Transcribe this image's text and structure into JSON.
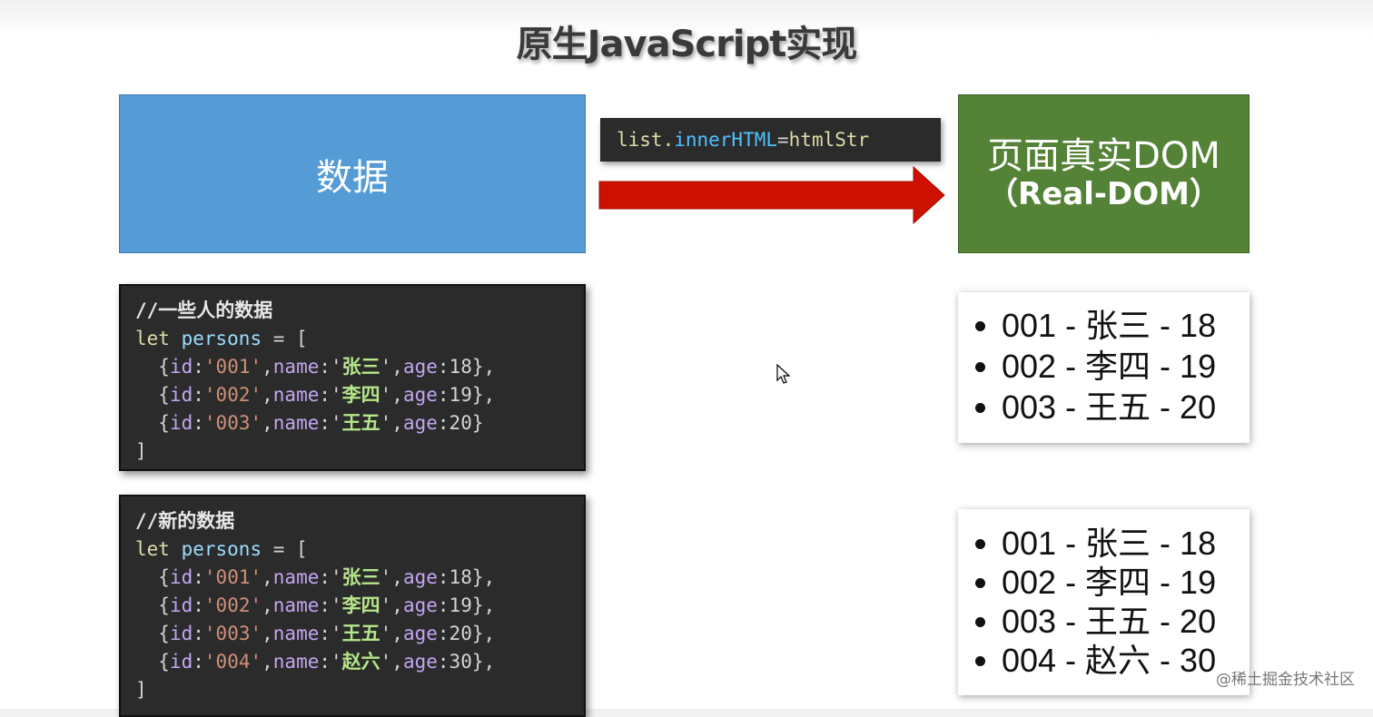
{
  "title": "原生JavaScript实现",
  "data_box": {
    "label": "数据"
  },
  "dom_box": {
    "label": "页面真实DOM",
    "sub": "（Real-DOM）"
  },
  "code_label": {
    "part1": "list.",
    "part2": "innerHTML",
    "part3": " = ",
    "part4": "htmlStr"
  },
  "arrow_color": "#cc1100",
  "code_block_1": {
    "comment": "//一些人的数据",
    "decl_kw": "let",
    "decl_var": "persons",
    "decl_rest": " = [",
    "rows": [
      {
        "id": "'001'",
        "name": "张三",
        "age": "18",
        "tail": "},"
      },
      {
        "id": "'002'",
        "name": "李四",
        "age": "19",
        "tail": "},"
      },
      {
        "id": "'003'",
        "name": "王五",
        "age": "20",
        "tail": "}"
      }
    ],
    "close": "]"
  },
  "code_block_2": {
    "comment": "//新的数据",
    "decl_kw": "let",
    "decl_var": "persons",
    "decl_rest": " = [",
    "rows": [
      {
        "id": "'001'",
        "name": "张三",
        "age": "18",
        "tail": "},"
      },
      {
        "id": "'002'",
        "name": "李四",
        "age": "19",
        "tail": "},"
      },
      {
        "id": "'003'",
        "name": "王五",
        "age": "20",
        "tail": "},"
      },
      {
        "id": "'004'",
        "name": "赵六",
        "age": "30",
        "tail": "},"
      }
    ],
    "close": "]"
  },
  "list_1": [
    "001 - 张三 - 18",
    "002 - 李四 - 19",
    "003 - 王五 - 20"
  ],
  "list_2": [
    "001 - 张三 - 18",
    "002 - 李四 - 19",
    "003 - 王五 - 20",
    "004 - 赵六 - 30"
  ],
  "watermark": "@稀土掘金技术社区",
  "cursor_icon": "arrow-cursor-icon"
}
